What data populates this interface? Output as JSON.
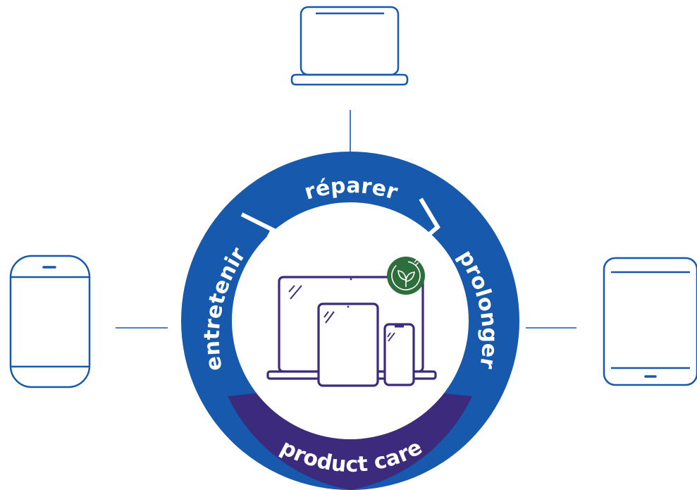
{
  "cycle": {
    "top_label": "réparer",
    "left_label": "entretenir",
    "right_label": "prolonger",
    "bottom_label": "product care"
  },
  "devices": {
    "top": "laptop-icon",
    "left": "smartphone-icon",
    "right": "tablet-icon",
    "center": "devices-group-icon",
    "badge": "eco-leaf-icon"
  },
  "colors": {
    "blue": "#1659ad",
    "purple": "#3c2a7d",
    "green": "#2d6e3c",
    "white": "#ffffff"
  }
}
